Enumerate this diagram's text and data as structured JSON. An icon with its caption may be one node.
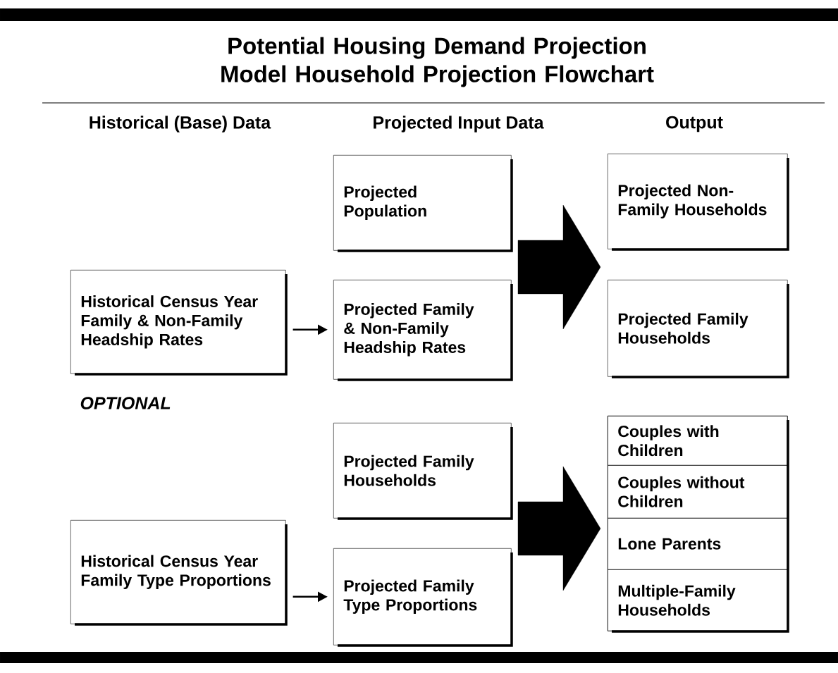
{
  "diagram": {
    "title": "Potential Housing Demand Projection Model Household Projection Flowchart",
    "nodes": [
      {
        "text": [
          "Historical Census Year Family & Non-Family Headship Rates"
        ]
      },
      {
        "text": [
          "Projected Population"
        ]
      },
      {
        "text": [
          "Projected Family & Non-Family Headship Rates"
        ]
      },
      {
        "text": [
          "Projected Non-Family Households"
        ]
      },
      {
        "text": [
          "Projected Family Households"
        ]
      },
      {
        "text": [
          "Historical Census Year Family Type Proportions"
        ]
      },
      {
        "text": [
          "Projected Family Households"
        ]
      },
      {
        "text": [
          "Projected Family Type Proportions"
        ]
      },
      {
        "text": [],
        "shape": "box"
      },
      {
        "text": [
          "Couples with Children"
        ],
        "in": 8
      },
      {
        "text": [
          "Couples without Children"
        ],
        "in": 8
      },
      {
        "text": [
          "Lone Parents"
        ],
        "in": 8
      },
      {
        "text": [
          "Multiple-Family Households"
        ],
        "in": 8
      }
    ],
    "edges": [
      {
        "from": 0,
        "to": 2,
        "arrow": "to"
      },
      {
        "from": 1,
        "to": 3,
        "arrow": "to",
        "style": "thick"
      },
      {
        "from": 1,
        "to": 4,
        "arrow": "to",
        "style": "thick"
      },
      {
        "from": 2,
        "to": 3,
        "arrow": "to",
        "style": "thick"
      },
      {
        "from": 2,
        "to": 4,
        "arrow": "to",
        "style": "thick"
      },
      {
        "from": 5,
        "to": 7,
        "arrow": "to"
      },
      {
        "from": 6,
        "to": 8,
        "arrow": "to",
        "style": "thick"
      },
      {
        "from": 7,
        "to": 8,
        "arrow": "to",
        "style": "thick"
      }
    ],
    "labels": [
      "Historical (Base) Data",
      "Projected Input Data",
      "Output",
      "OPTIONAL"
    ]
  }
}
